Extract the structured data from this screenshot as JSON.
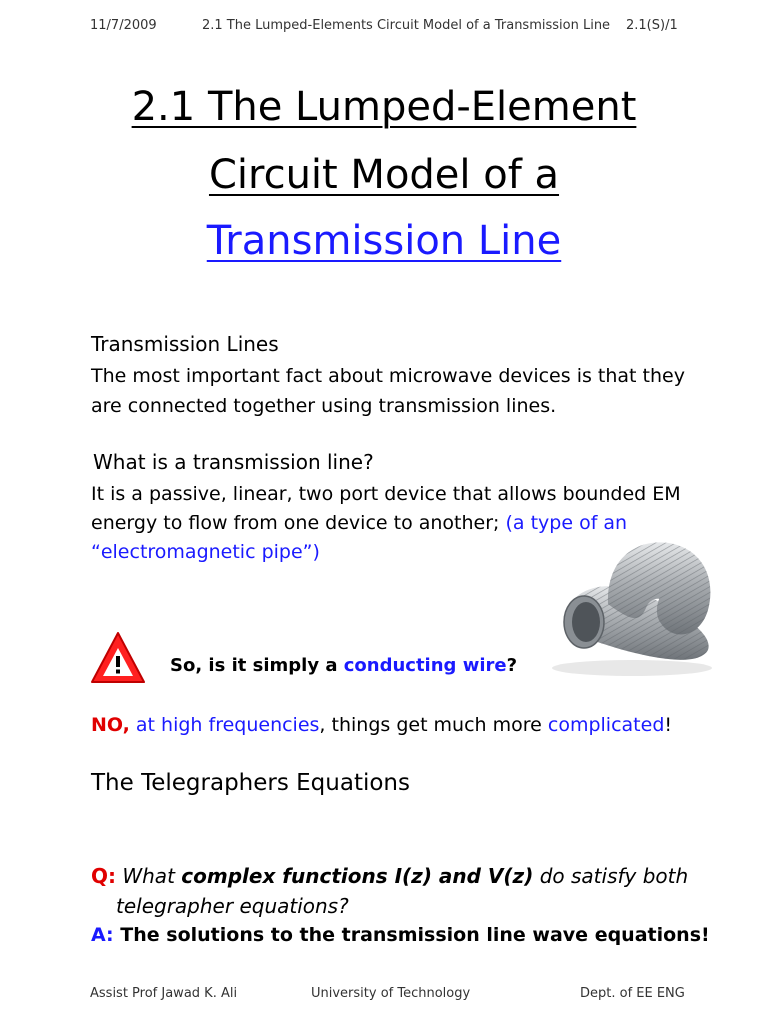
{
  "header": {
    "date": "11/7/2009",
    "title": "2.1 The Lumped-Elements Circuit Model of a Transmission Line",
    "page": "2.1(S)/1"
  },
  "title": {
    "line1": "2.1 The Lumped-Element",
    "line2": "Circuit Model of a",
    "line3": "Transmission Line"
  },
  "section1": {
    "heading": "Transmission Lines",
    "line1": "The most important fact about microwave devices is that they",
    "line2": "are connected together using transmission lines."
  },
  "section2": {
    "heading": "What is a transmission line?",
    "line1": "It is a passive, linear, two port device that allows bounded EM",
    "line2a": "energy to flow from one device to another; ",
    "line2b": "(a type of an",
    "line3": "“electromagnetic pipe”)"
  },
  "warning": {
    "pre": "So, is it simply a ",
    "link": "conducting wire",
    "post": "?"
  },
  "no_line": {
    "no": "NO,",
    "high_freq": "at high frequencies",
    "mid": ", things get much more ",
    "complicated": "complicated",
    "end": "!"
  },
  "telegraphers_heading": "The Telegraphers Equations",
  "qa": {
    "q_label": "Q:",
    "q_pre": "What ",
    "q_bold": "complex functions I(z) and V(z)",
    "q_post": " do satisfy both",
    "q_line2": "telegrapher equations?",
    "a_label": "A:",
    "a_text": "The solutions to the transmission line wave equations!"
  },
  "footer": {
    "author": "Assist Prof Jawad K. Ali",
    "university": "University of Technology",
    "dept": "Dept. of EE ENG"
  },
  "colors": {
    "accent_blue": "#1a1aff",
    "warning_red": "#e00000"
  },
  "icons": [
    "warning-triangle-icon",
    "flexible-duct-image"
  ]
}
